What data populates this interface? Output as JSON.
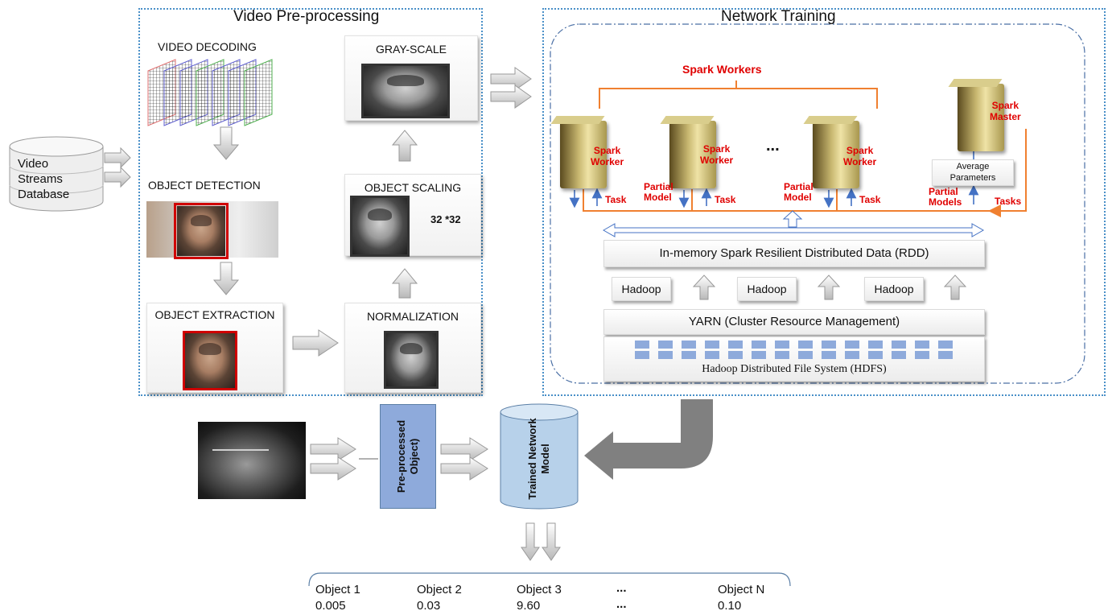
{
  "input": {
    "lines": [
      "Video",
      "Streams",
      "Database"
    ]
  },
  "preprocessing": {
    "title": "Video Pre-processing",
    "video_decoding": "VIDEO DECODING",
    "object_detection": "OBJECT DETECTION",
    "object_extraction": "OBJECT EXTRACTION",
    "normalization": "NORMALIZATION",
    "object_scaling": "OBJECT SCALING",
    "scale_size": "32 *32",
    "gray_scale": "GRAY-SCALE"
  },
  "training": {
    "title": "Network Training",
    "spark_workers": "Spark Workers",
    "worker_label": "Spark\nWorker",
    "master_label": "Spark\nMaster",
    "ellipsis": "...",
    "task": "Task",
    "partial_model": "Partial\nModel",
    "partial_models": "Partial\nModels",
    "tasks": "Tasks",
    "average_parameters": "Average\nParameters",
    "rdd": "In-memory Spark Resilient Distributed Data (RDD)",
    "hadoop": "Hadoop",
    "yarn": "YARN (Cluster Resource Management)",
    "hdfs": "Hadoop Distributed File System (HDFS)"
  },
  "inference": {
    "preprocessed": "Pre-processed\nObject)",
    "model": "Trained Network\nModel"
  },
  "results": [
    {
      "name": "Object 1",
      "score": "0.005"
    },
    {
      "name": "Object 2",
      "score": "0.03"
    },
    {
      "name": "Object 3",
      "score": "9.60"
    },
    {
      "name": "...",
      "score": "..."
    },
    {
      "name": "Object N",
      "score": "0.10"
    }
  ],
  "colors": {
    "accent_red": "#e00000",
    "orange": "#f08030",
    "blue_arrow": "#4472c4",
    "dotted_border": "#4a90c8",
    "block_blue": "#8eaadb",
    "model_blue": "#b7d1ea"
  }
}
